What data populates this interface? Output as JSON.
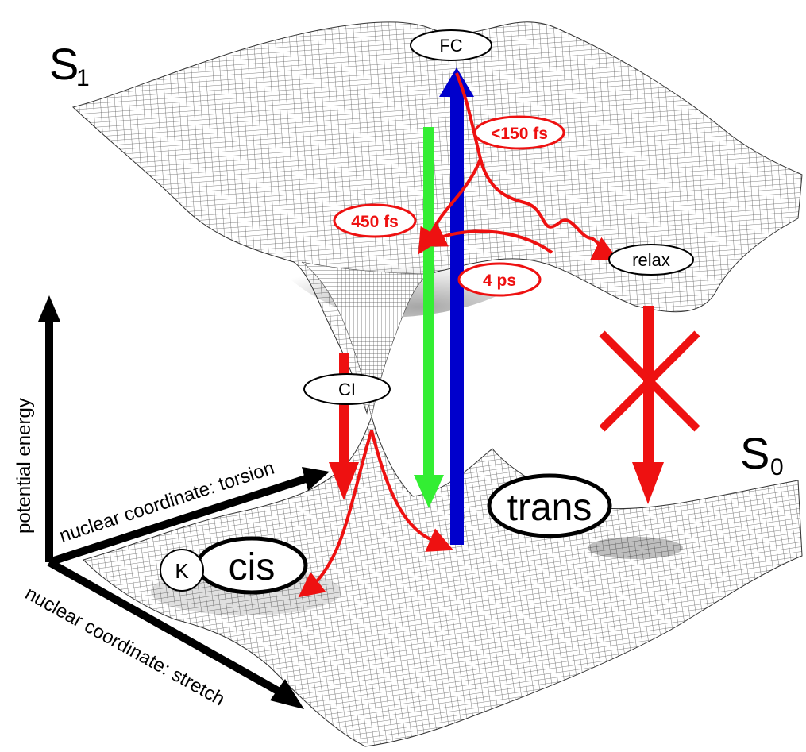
{
  "states": {
    "excited": "S",
    "excited_sub": "1",
    "ground": "S",
    "ground_sub": "0"
  },
  "points": {
    "franck_condon": "FC",
    "relaxed": "relax",
    "conical_intersection": "CI",
    "k": "K",
    "cis": "cis",
    "trans": "trans"
  },
  "timescales": {
    "initial": "<150 fs",
    "to_ci": "450 fs",
    "relaxed_return": "4 ps"
  },
  "axes": {
    "vertical": "potential energy",
    "torsion": "nuclear coordinate: torsion",
    "stretch": "nuclear coordinate: stretch"
  },
  "colors": {
    "excitation": "#0000cc",
    "emission": "#33ee33",
    "pathway": "#ee1111",
    "surface_mesh": "#444444",
    "axes": "#000000"
  }
}
